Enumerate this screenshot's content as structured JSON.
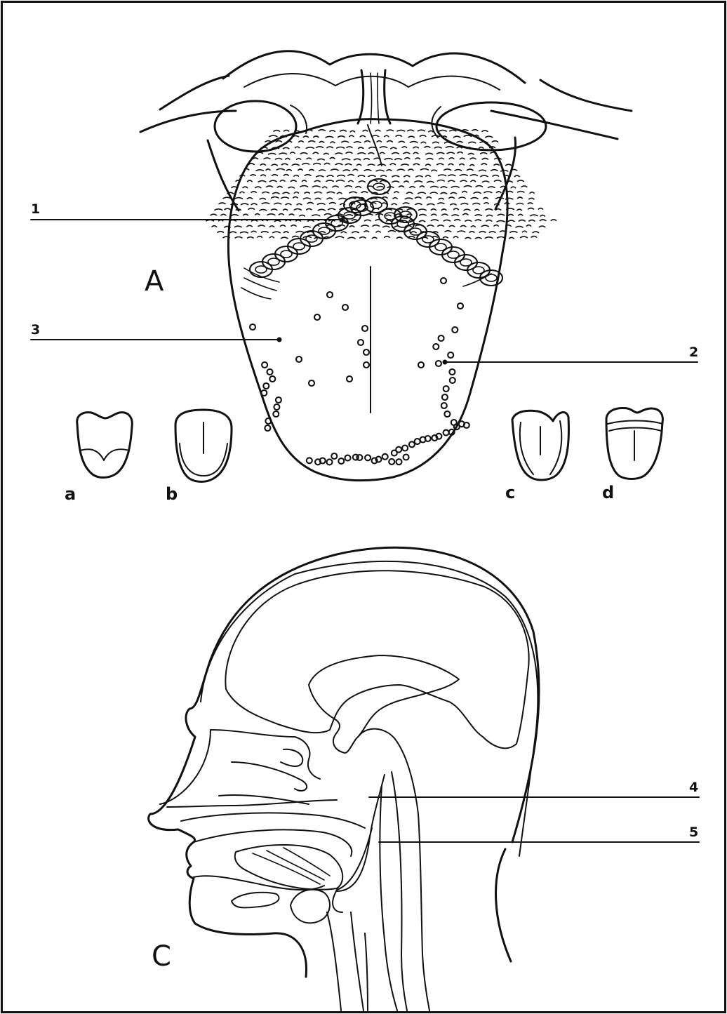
{
  "figure": {
    "panels": {
      "A": "A",
      "C": "C"
    },
    "callouts": [
      "1",
      "2",
      "3",
      "4",
      "5"
    ],
    "small_tongues": [
      "a",
      "b",
      "c",
      "d"
    ]
  }
}
